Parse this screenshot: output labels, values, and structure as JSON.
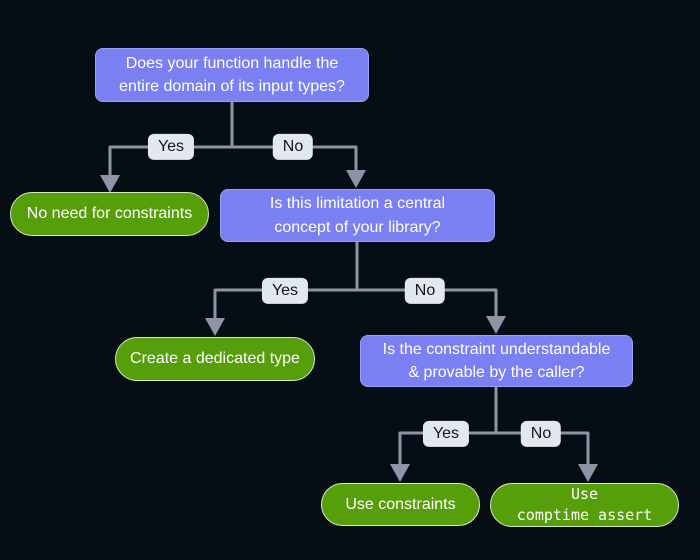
{
  "diagram": {
    "type": "flowchart",
    "direction": "top-down",
    "nodes": [
      {
        "id": "q1",
        "kind": "question",
        "shape": "rounded-rect",
        "label": "Does your function handle the\nentire domain of its input types?"
      },
      {
        "id": "a1",
        "kind": "answer",
        "shape": "stadium",
        "label": "No need for constraints"
      },
      {
        "id": "q2",
        "kind": "question",
        "shape": "rounded-rect",
        "label": "Is this limitation a central\nconcept of your library?"
      },
      {
        "id": "a2",
        "kind": "answer",
        "shape": "stadium",
        "label": "Create a dedicated type"
      },
      {
        "id": "q3",
        "kind": "question",
        "shape": "rounded-rect",
        "label": "Is the constraint understandable\n& provable by the caller?"
      },
      {
        "id": "a3",
        "kind": "answer",
        "shape": "stadium",
        "label": "Use constraints"
      },
      {
        "id": "a4",
        "kind": "answer",
        "shape": "stadium",
        "font": "monospace",
        "label": "Use\ncomptime assert"
      }
    ],
    "edges": [
      {
        "from": "q1",
        "to": "a1",
        "label": "Yes"
      },
      {
        "from": "q1",
        "to": "q2",
        "label": "No"
      },
      {
        "from": "q2",
        "to": "a2",
        "label": "Yes"
      },
      {
        "from": "q2",
        "to": "q3",
        "label": "No"
      },
      {
        "from": "q3",
        "to": "a3",
        "label": "Yes"
      },
      {
        "from": "q3",
        "to": "a4",
        "label": "No"
      }
    ],
    "colors": {
      "background": "#050e14",
      "question_fill": "#7a7ff2",
      "question_border": "#9aa1f8",
      "answer_fill": "#569e0a",
      "answer_border": "#d5eabf",
      "edge_line": "#8b95a6",
      "edge_label_bg": "#e3e7ee",
      "edge_label_text": "#12161f",
      "node_text": "#ffffff"
    }
  }
}
